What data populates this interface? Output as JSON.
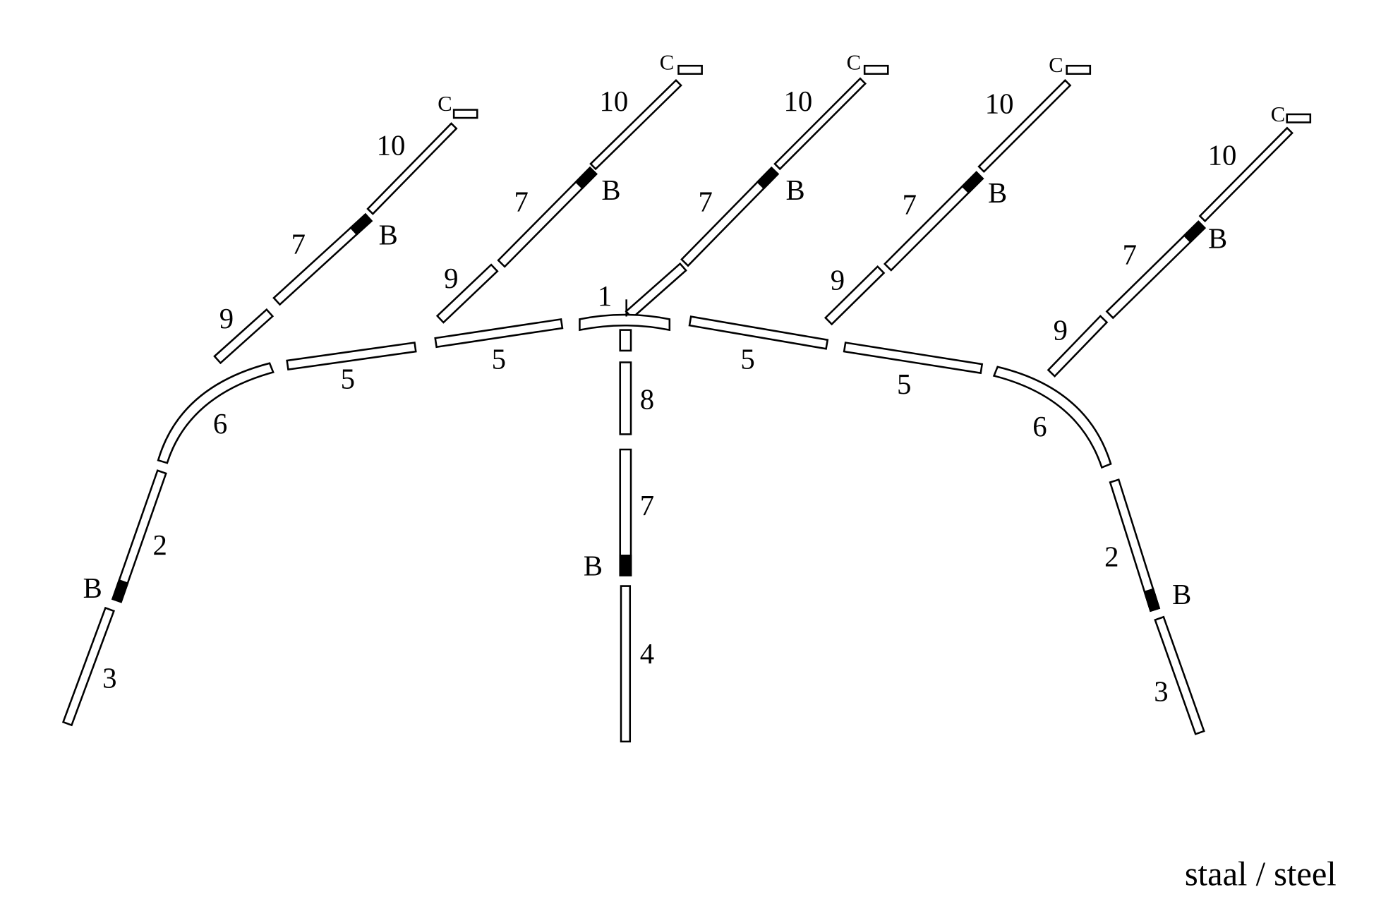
{
  "labels": {
    "p1": "1",
    "p2": "2",
    "p3": "3",
    "p4": "4",
    "p5": "5",
    "p6": "6",
    "p7": "7",
    "p8": "8",
    "p9": "9",
    "p10": "10",
    "b": "B",
    "c": "C"
  },
  "caption": "staal / steel",
  "colors": {
    "line": "#000000",
    "background": "#ffffff"
  }
}
